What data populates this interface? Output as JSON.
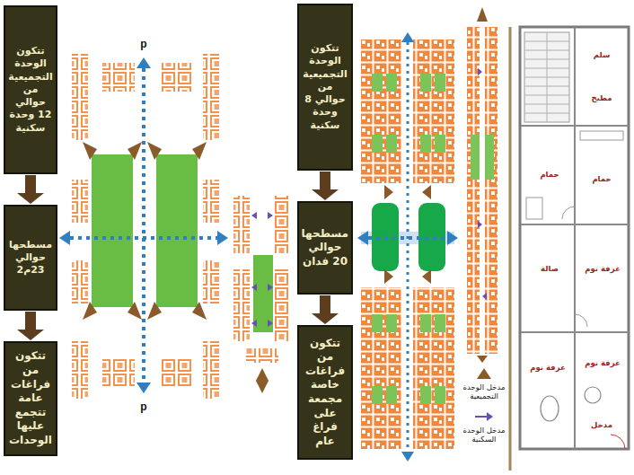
{
  "diagram": {
    "nodes": [
      {
        "text": [
          "تتكون الوحدة التجميعية من حوالي 12 وحدة سكنية"
        ]
      },
      {
        "text": [
          "مسطحها حوالي 23م2"
        ]
      },
      {
        "text": [
          "تتكون من فراغات عامة تتجمع عليها الوحدات"
        ]
      },
      {
        "text": [
          "تتكون الوحدة التجميعية من حوالي 8 وحدة سكنية"
        ]
      },
      {
        "text": [
          "مسطحها حوالي 20 فدان"
        ]
      },
      {
        "text": [
          "تتكون من فراغات خاصة مجمعة على فراغ عام"
        ]
      }
    ],
    "edges": [
      {
        "from": 0,
        "to": 1,
        "arrow": "to"
      },
      {
        "from": 1,
        "to": 2,
        "arrow": "to"
      },
      {
        "from": 3,
        "to": 4,
        "arrow": "to"
      },
      {
        "from": 4,
        "to": 5,
        "arrow": "to"
      }
    ],
    "labels": [
      "p",
      "p",
      "سلم",
      "مطبخ",
      "حمام",
      "حمام",
      "صالة",
      "غرفة نوم",
      "غرفة نوم",
      "غرفة نوم",
      "مدخل"
    ],
    "legend": [
      {
        "text": "مدخل الوحدة التجميعية"
      },
      {
        "text": "مدخل الوحدة السكنية"
      }
    ]
  }
}
